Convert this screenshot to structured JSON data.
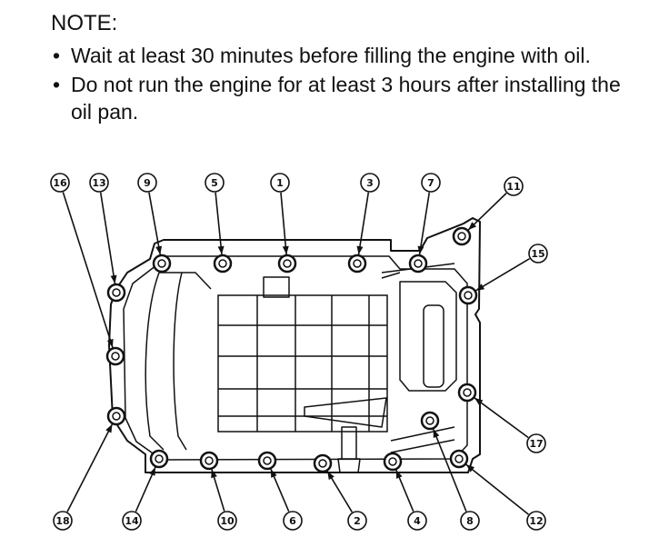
{
  "note": {
    "title": "NOTE:",
    "items": [
      "Wait at least 30 minutes before filling the engine with oil.",
      "Do not run the engine for at least 3 hours after installing the oil pan."
    ]
  },
  "diagram": {
    "bullet_glyph": "•",
    "callouts": [
      "1",
      "2",
      "3",
      "4",
      "5",
      "6",
      "7",
      "8",
      "9",
      "10",
      "11",
      "12",
      "13",
      "14",
      "15",
      "16",
      "17",
      "18"
    ]
  }
}
